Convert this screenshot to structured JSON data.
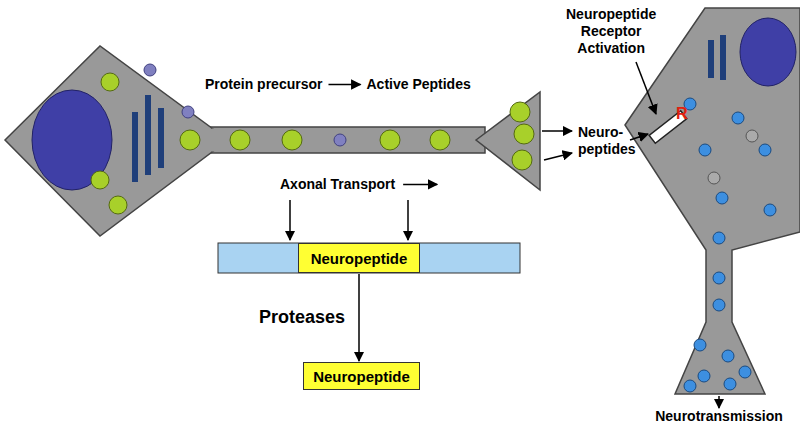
{
  "diagram": {
    "nodes": [
      {
        "text": [
          "Neuropeptide"
        ]
      },
      {
        "text": [
          "Neuropeptide"
        ]
      }
    ],
    "edges": [
      {
        "from": 0,
        "to": 1,
        "arrow": "to",
        "label": "Proteases"
      }
    ],
    "labels": [
      "Protein precursor",
      "Active Peptides",
      "Axonal Transport",
      "Neuro- peptides",
      "Neuropeptide Receptor Activation",
      "R",
      "Neurotransmission"
    ]
  }
}
